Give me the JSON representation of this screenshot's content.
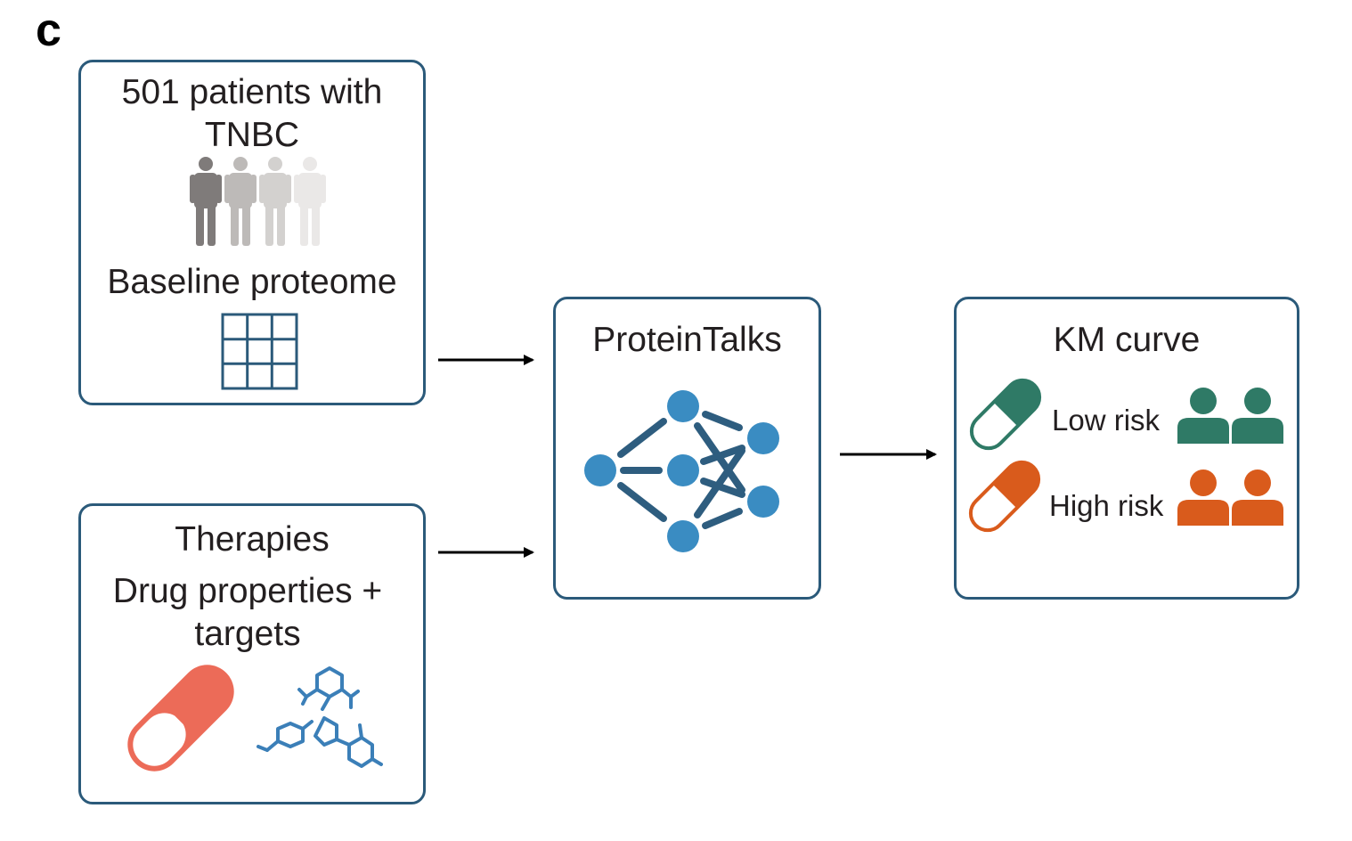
{
  "panel_label": "c",
  "patients_box": {
    "title": "501 patients with TNBC",
    "subtitle": "Baseline proteome",
    "people_icon": "person-icon",
    "grid_icon": "grid-table-icon"
  },
  "therapies_box": {
    "title": "Therapies",
    "subtitle": "Drug properties + targets",
    "pill_icon": "pill-icon",
    "molecule_icon": "molecule-structure-icon"
  },
  "model_box": {
    "title": "ProteinTalks",
    "network_icon": "neural-network-icon"
  },
  "km_box": {
    "title": "KM curve",
    "low_risk_label": "Low risk",
    "high_risk_label": "High risk"
  },
  "colors": {
    "box_border": "#2b5a7a",
    "network_node": "#3a8cc2",
    "network_edge": "#2e5d7f",
    "low_risk": "#2f7a66",
    "high_risk": "#d95b1c",
    "therapy_pill": "#ec6b58",
    "molecule": "#3b7fb8",
    "grid": "#2b5a7a"
  }
}
